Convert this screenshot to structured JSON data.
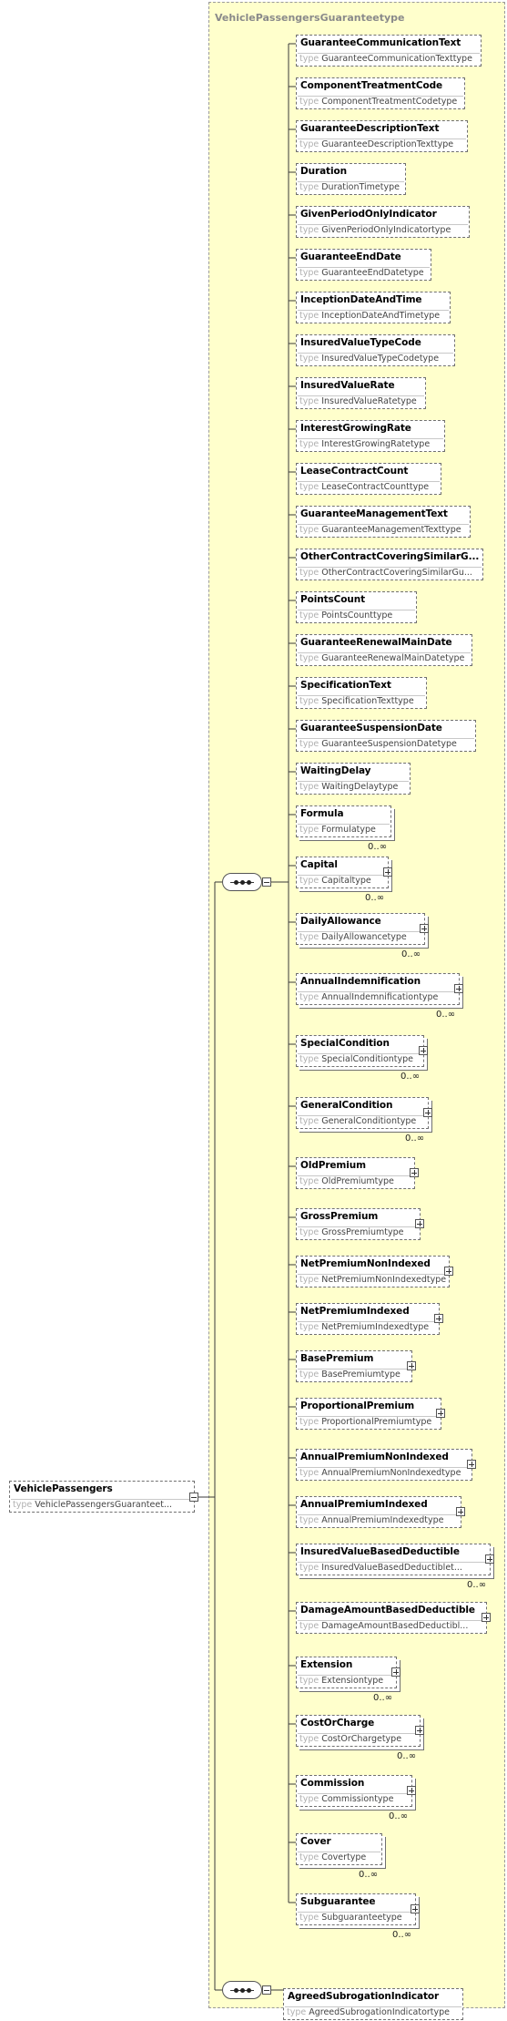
{
  "diagram": {
    "complex_type": "VehiclePassengersGuaranteetype",
    "type_keyword": "type",
    "root": {
      "name": "VehiclePassengers",
      "type": "VehiclePassengersGuaranteet..."
    },
    "sequence_children": [
      {
        "name": "GuaranteeCommunicationText",
        "type": "GuaranteeCommunicationTexttype",
        "expandable": false
      },
      {
        "name": "ComponentTreatmentCode",
        "type": "ComponentTreatmentCodetype",
        "expandable": false
      },
      {
        "name": "GuaranteeDescriptionText",
        "type": "GuaranteeDescriptionTexttype",
        "expandable": false
      },
      {
        "name": "Duration",
        "type": "DurationTimetype",
        "expandable": false
      },
      {
        "name": "GivenPeriodOnlyIndicator",
        "type": "GivenPeriodOnlyIndicatortype",
        "expandable": false
      },
      {
        "name": "GuaranteeEndDate",
        "type": "GuaranteeEndDatetype",
        "expandable": false
      },
      {
        "name": "InceptionDateAndTime",
        "type": "InceptionDateAndTimetype",
        "expandable": false
      },
      {
        "name": "InsuredValueTypeCode",
        "type": "InsuredValueTypeCodetype",
        "expandable": false
      },
      {
        "name": "InsuredValueRate",
        "type": "InsuredValueRatetype",
        "expandable": false
      },
      {
        "name": "InterestGrowingRate",
        "type": "InterestGrowingRatetype",
        "expandable": false
      },
      {
        "name": "LeaseContractCount",
        "type": "LeaseContractCounttype",
        "expandable": false
      },
      {
        "name": "GuaranteeManagementText",
        "type": "GuaranteeManagementTexttype",
        "expandable": false
      },
      {
        "name": "OtherContractCoveringSimilarG...",
        "type": "OtherContractCoveringSimilarGu...",
        "expandable": false
      },
      {
        "name": "PointsCount",
        "type": "PointsCounttype",
        "expandable": false
      },
      {
        "name": "GuaranteeRenewalMainDate",
        "type": "GuaranteeRenewalMainDatetype",
        "expandable": false
      },
      {
        "name": "SpecificationText",
        "type": "SpecificationTexttype",
        "expandable": false
      },
      {
        "name": "GuaranteeSuspensionDate",
        "type": "GuaranteeSuspensionDatetype",
        "expandable": false
      },
      {
        "name": "WaitingDelay",
        "type": "WaitingDelaytype",
        "expandable": false
      },
      {
        "name": "Formula",
        "type": "Formulatype",
        "expandable": false,
        "cardinality": "0..∞"
      },
      {
        "name": "Capital",
        "type": "Capitaltype",
        "expandable": true,
        "cardinality": "0..∞"
      },
      {
        "name": "DailyAllowance",
        "type": "DailyAllowancetype",
        "expandable": true,
        "cardinality": "0..∞"
      },
      {
        "name": "AnnualIndemnification",
        "type": "AnnualIndemnificationtype",
        "expandable": true,
        "cardinality": "0..∞"
      },
      {
        "name": "SpecialCondition",
        "type": "SpecialConditiontype",
        "expandable": true,
        "cardinality": "0..∞"
      },
      {
        "name": "GeneralCondition",
        "type": "GeneralConditiontype",
        "expandable": true,
        "cardinality": "0..∞"
      },
      {
        "name": "OldPremium",
        "type": "OldPremiumtype",
        "expandable": true
      },
      {
        "name": "GrossPremium",
        "type": "GrossPremiumtype",
        "expandable": true
      },
      {
        "name": "NetPremiumNonIndexed",
        "type": "NetPremiumNonIndexedtype",
        "expandable": true
      },
      {
        "name": "NetPremiumIndexed",
        "type": "NetPremiumIndexedtype",
        "expandable": true
      },
      {
        "name": "BasePremium",
        "type": "BasePremiumtype",
        "expandable": true
      },
      {
        "name": "ProportionalPremium",
        "type": "ProportionalPremiumtype",
        "expandable": true
      },
      {
        "name": "AnnualPremiumNonIndexed",
        "type": "AnnualPremiumNonIndexedtype",
        "expandable": true
      },
      {
        "name": "AnnualPremiumIndexed",
        "type": "AnnualPremiumIndexedtype",
        "expandable": true
      },
      {
        "name": "InsuredValueBasedDeductible",
        "type": "InsuredValueBasedDeductiblet...",
        "expandable": true,
        "cardinality": "0..∞"
      },
      {
        "name": "DamageAmountBasedDeductible",
        "type": "DamageAmountBasedDeductibl...",
        "expandable": true
      },
      {
        "name": "Extension",
        "type": "Extensiontype",
        "expandable": true,
        "cardinality": "0..∞"
      },
      {
        "name": "CostOrCharge",
        "type": "CostOrChargetype",
        "expandable": true,
        "cardinality": "0..∞"
      },
      {
        "name": "Commission",
        "type": "Commissiontype",
        "expandable": true,
        "cardinality": "0..∞"
      },
      {
        "name": "Cover",
        "type": "Covertype",
        "expandable": false,
        "cardinality": "0..∞"
      },
      {
        "name": "Subguarantee",
        "type": "Subguaranteetype",
        "expandable": true,
        "cardinality": "0..∞"
      }
    ],
    "choice_children": [
      {
        "name": "AgreedSubrogationIndicator",
        "type": "AgreedSubrogationIndicatortype",
        "expandable": false
      }
    ]
  }
}
